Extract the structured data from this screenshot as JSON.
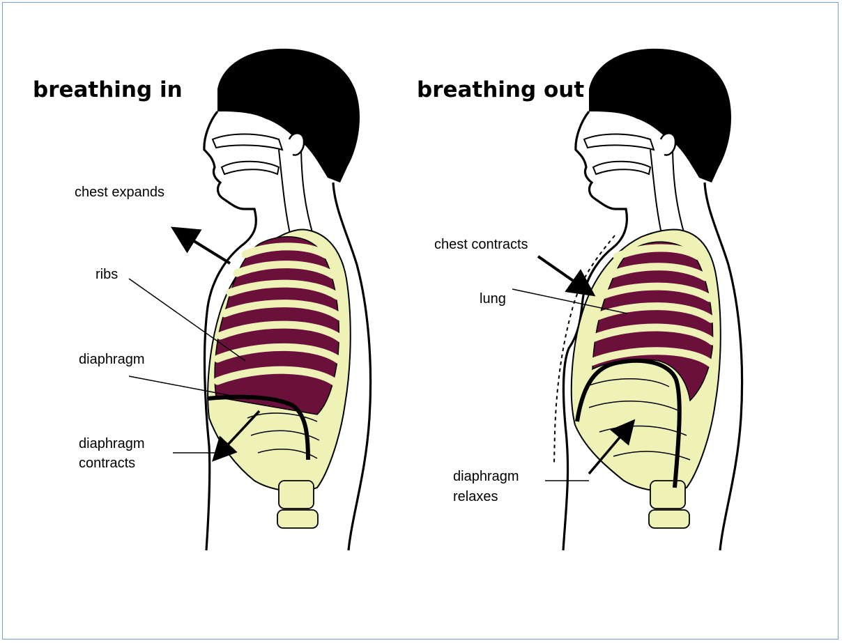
{
  "colors": {
    "frame": "#6f9fd4",
    "ribs": "#eef2b6",
    "lung": "#6b0f3b",
    "hair": "#000000",
    "outline": "#000000"
  },
  "left_panel": {
    "title": "breathing in",
    "labels": {
      "chest": "chest expands",
      "ribs": "ribs",
      "diaphragm": "diaphragm",
      "action_line1": "diaphragm",
      "action_line2": "contracts"
    }
  },
  "right_panel": {
    "title": "breathing out",
    "labels": {
      "chest": "chest contracts",
      "lung": "lung",
      "action_line1": "diaphragm",
      "action_line2": "relaxes"
    }
  }
}
